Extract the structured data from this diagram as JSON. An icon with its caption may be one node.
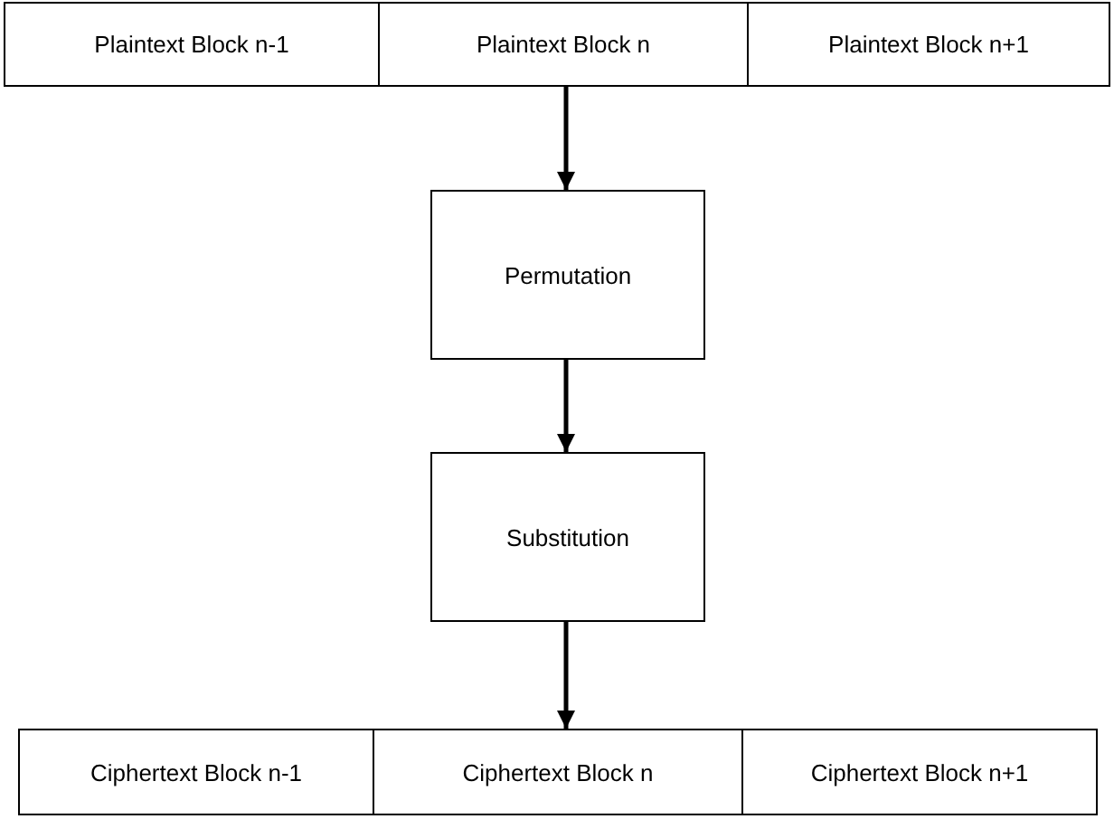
{
  "diagram": {
    "nodes": [
      {
        "text": [
          "Plaintext Block n-1"
        ]
      },
      {
        "text": [
          "Plaintext Block n"
        ]
      },
      {
        "text": [
          "Plaintext Block n+1"
        ]
      },
      {
        "text": [
          "Permutation"
        ]
      },
      {
        "text": [
          "Substitution"
        ]
      },
      {
        "text": [
          "Ciphertext Block n-1"
        ]
      },
      {
        "text": [
          "Ciphertext Block n"
        ]
      },
      {
        "text": [
          "Ciphertext Block n+1"
        ]
      }
    ],
    "edges": [
      {
        "from": 1,
        "to": 3,
        "arrow": "to"
      },
      {
        "from": 3,
        "to": 4,
        "arrow": "to"
      },
      {
        "from": 4,
        "to": 6,
        "arrow": "to"
      }
    ]
  }
}
